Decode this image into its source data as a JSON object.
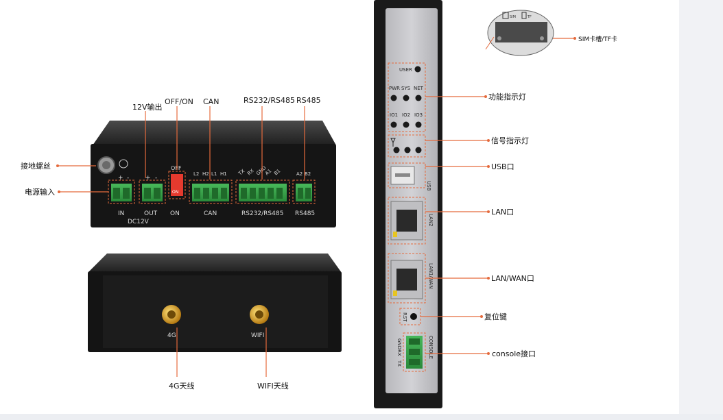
{
  "labels": {
    "out12v": "12V输出",
    "offon": "OFF/ON",
    "can": "CAN",
    "rs232rs485": "RS232/RS485",
    "rs485": "RS485",
    "ground_screw": "接地螺丝",
    "power_input": "电源输入",
    "antenna_4g": "4G天线",
    "antenna_wifi": "WIFI天线",
    "sim_tf": "SIM卡槽/TF卡",
    "func_leds": "功能指示灯",
    "signal_leds": "信号指示灯",
    "usb_port": "USB口",
    "lan_port": "LAN口",
    "lanwan_port": "LAN/WAN口",
    "reset_key": "复位键",
    "console_port": "console接口"
  },
  "front": {
    "in": "IN",
    "out": "OUT",
    "dc12v": "DC12V",
    "off": "OFF",
    "on": "ON",
    "dip_on": "ON",
    "can": "CAN",
    "rs232rs485": "RS232/RS485",
    "rs485": "RS485",
    "plus": "+",
    "minus": "-",
    "can_pins": [
      "L2",
      "H2",
      "L1",
      "H1"
    ],
    "rs_pins": [
      "TX",
      "RX",
      "GND",
      "A1",
      "B1"
    ],
    "rs485_pins": [
      "A2",
      "B2"
    ]
  },
  "back": {
    "ant_4g": "4G",
    "ant_wifi": "WIFI"
  },
  "side": {
    "user": "USER",
    "pwr": "PWR",
    "sys": "SYS",
    "net": "NET",
    "io1": "IO1",
    "io2": "IO2",
    "io3": "IO3",
    "usb": "USB",
    "lan2": "LAN2",
    "lanwan": "LAN1/WAN",
    "rst": "RST",
    "console": "CONSOLE",
    "console_pins": [
      "GND",
      "RX",
      "TX"
    ],
    "sim": "SIM",
    "tf": "TF"
  },
  "colors": {
    "callout": "#e56a3c",
    "terminal": "#3aa64a",
    "dip": "#e53a2e",
    "chassis": "#1a1a1a"
  }
}
